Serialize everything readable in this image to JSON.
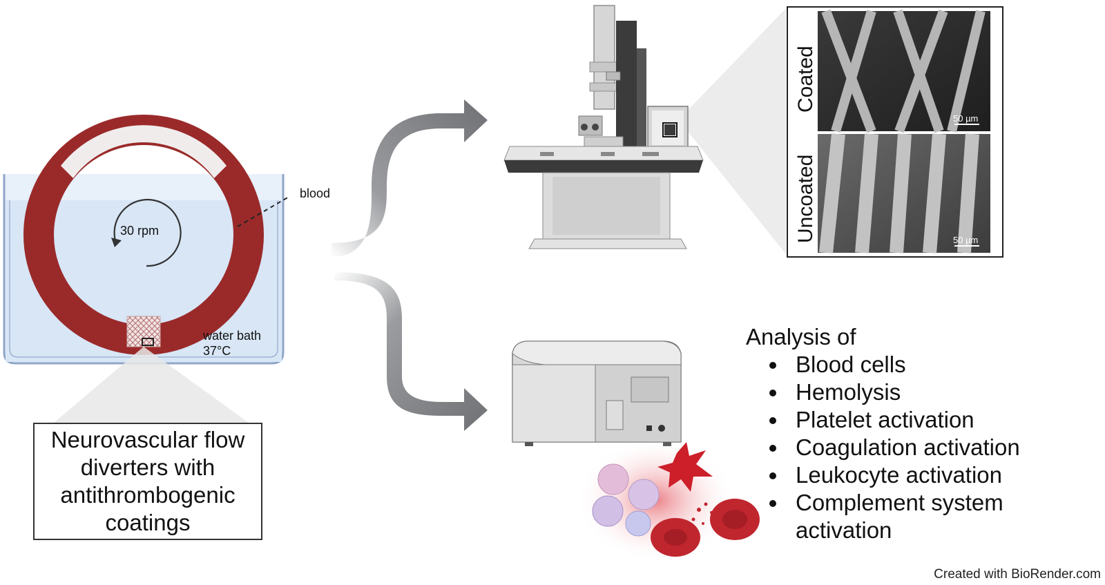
{
  "diagram": {
    "loop": {
      "speed_label": "30 rpm",
      "blood_label": "blood",
      "bath_label_line1": "water bath",
      "bath_label_line2": "37°C"
    },
    "device_caption": "Neurovascular flow diverters with antithrombogenic coatings",
    "sem_panel": {
      "top_label": "Coated",
      "bottom_label": "Uncoated",
      "scale_top": "50 µm",
      "scale_bottom": "50 µm"
    },
    "analysis": {
      "heading": "Analysis of",
      "items": [
        "Blood cells",
        "Hemolysis",
        "Platelet activation",
        "Coagulation activation",
        "Leukocyte activation",
        "Complement system activation"
      ]
    },
    "credit": "Created with BioRender.com",
    "colors": {
      "blood": "#9a2a2a",
      "water": "#dce9f7",
      "arrow": "#7d7f82",
      "rbc": "#c0262e"
    }
  }
}
